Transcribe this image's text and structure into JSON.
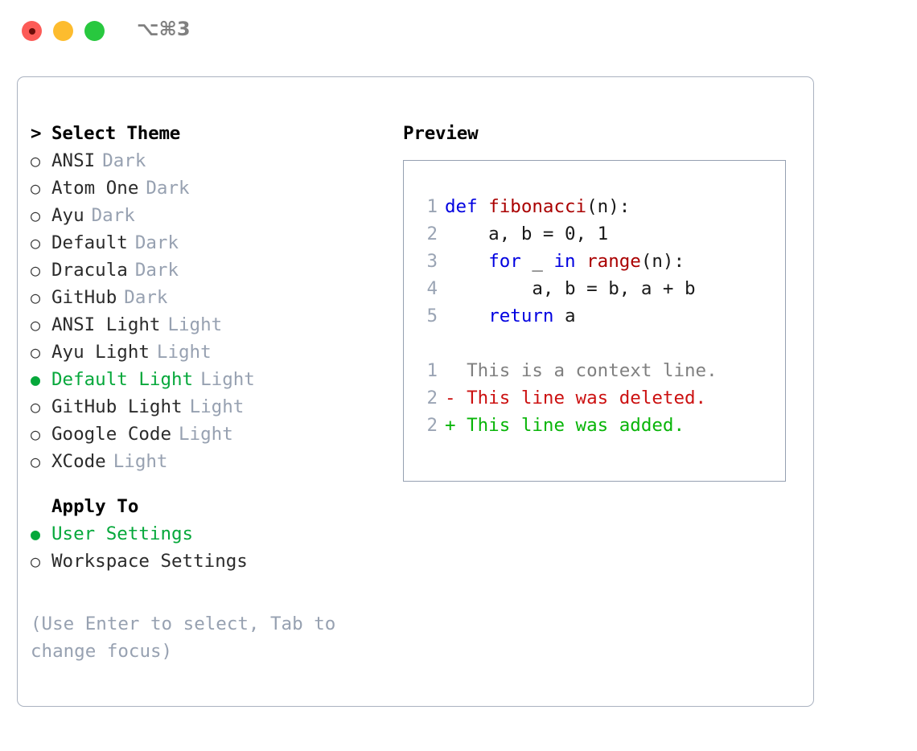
{
  "window": {
    "traffic_lights": [
      "close",
      "minimize",
      "zoom"
    ],
    "shortcut": "⌥⌘3",
    "colors": {
      "close": "#fc5b57",
      "minimize": "#fdbc2e",
      "zoom": "#28c83f",
      "accent_green": "#06a83b",
      "muted": "#97a1b1",
      "border": "#aab2c0",
      "preview_border": "#95a0b1"
    }
  },
  "theme_list": {
    "header": {
      "marker": ">",
      "label": "Select Theme"
    },
    "items": [
      {
        "marker": "○",
        "label": "ANSI",
        "tag": "Dark",
        "selected": false
      },
      {
        "marker": "○",
        "label": "Atom One",
        "tag": "Dark",
        "selected": false
      },
      {
        "marker": "○",
        "label": "Ayu",
        "tag": "Dark",
        "selected": false
      },
      {
        "marker": "○",
        "label": "Default",
        "tag": "Dark",
        "selected": false
      },
      {
        "marker": "○",
        "label": "Dracula",
        "tag": "Dark",
        "selected": false
      },
      {
        "marker": "○",
        "label": "GitHub",
        "tag": "Dark",
        "selected": false
      },
      {
        "marker": "○",
        "label": "ANSI Light",
        "tag": "Light",
        "selected": false
      },
      {
        "marker": "○",
        "label": "Ayu Light",
        "tag": "Light",
        "selected": false
      },
      {
        "marker": "●",
        "label": "Default Light",
        "tag": "Light",
        "selected": true
      },
      {
        "marker": "○",
        "label": "GitHub Light",
        "tag": "Light",
        "selected": false
      },
      {
        "marker": "○",
        "label": "Google Code",
        "tag": "Light",
        "selected": false
      },
      {
        "marker": "○",
        "label": "XCode",
        "tag": "Light",
        "selected": false
      }
    ]
  },
  "apply_to": {
    "header": {
      "marker": " ",
      "label": "Apply To"
    },
    "items": [
      {
        "marker": "●",
        "label": "User Settings",
        "selected": true
      },
      {
        "marker": "○",
        "label": "Workspace Settings",
        "selected": false
      }
    ]
  },
  "hint": "(Use Enter to select, Tab to change focus)",
  "preview": {
    "title": "Preview",
    "code_lines": [
      {
        "num": "1",
        "tokens": [
          {
            "t": "def ",
            "c": "kw"
          },
          {
            "t": "fibonacci",
            "c": "fn"
          },
          {
            "t": "(n):",
            "c": "pl"
          }
        ]
      },
      {
        "num": "2",
        "tokens": [
          {
            "t": "    a, b = 0, 1",
            "c": "pl"
          }
        ]
      },
      {
        "num": "3",
        "tokens": [
          {
            "t": "    ",
            "c": "pl"
          },
          {
            "t": "for",
            "c": "kw"
          },
          {
            "t": " _ ",
            "c": "pl"
          },
          {
            "t": "in",
            "c": "kw"
          },
          {
            "t": " ",
            "c": "pl"
          },
          {
            "t": "range",
            "c": "fn"
          },
          {
            "t": "(n):",
            "c": "pl"
          }
        ]
      },
      {
        "num": "4",
        "tokens": [
          {
            "t": "        a, b = b, a + b",
            "c": "pl"
          }
        ]
      },
      {
        "num": "5",
        "tokens": [
          {
            "t": "    ",
            "c": "pl"
          },
          {
            "t": "return",
            "c": "kw"
          },
          {
            "t": " a",
            "c": "pl"
          }
        ]
      }
    ],
    "diff_lines": [
      {
        "num": "1",
        "sign": " ",
        "text": " This is a context line.",
        "kind": "ctx"
      },
      {
        "num": "2",
        "sign": "-",
        "text": " This line was deleted.",
        "kind": "del"
      },
      {
        "num": "2",
        "sign": "+",
        "text": " This line was added.",
        "kind": "add"
      }
    ]
  }
}
